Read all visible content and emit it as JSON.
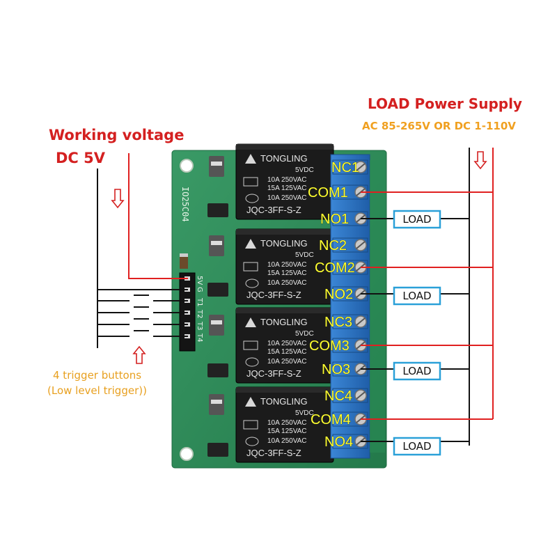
{
  "header": {
    "working_voltage": "Working voltage",
    "dc_5v": "DC 5V",
    "load_power_supply": "LOAD Power Supply",
    "supply_range": "AC 85-265V OR DC 1-110V"
  },
  "trigger": {
    "line1": "4 trigger buttons",
    "line2": "(Low level trigger))"
  },
  "board": {
    "label": "IO25C04",
    "pins": [
      "5V",
      "G",
      "T1",
      "T2",
      "T3",
      "T4"
    ],
    "terminal_labels": [
      "NC1",
      "COM1",
      "NO1",
      "NC2",
      "COM2",
      "NO2",
      "NC3",
      "COM3",
      "NO3",
      "NC4",
      "COM4",
      "NO4"
    ]
  },
  "relays": [
    {
      "brand": "TONGLING",
      "voltage": "5VDC",
      "rating1": "10A 250VAC",
      "rating2": "15A 125VAC",
      "rating3": "10A 250VAC",
      "model": "JQC-3FF-S-Z"
    },
    {
      "brand": "TONGLING",
      "voltage": "5VDC",
      "rating1": "10A 250VAC",
      "rating2": "15A 125VAC",
      "rating3": "10A 250VAC",
      "model": "JQC-3FF-S-Z"
    },
    {
      "brand": "TONGLING",
      "voltage": "5VDC",
      "rating1": "10A 250VAC",
      "rating2": "15A 125VAC",
      "rating3": "10A 250VAC",
      "model": "JQC-3FF-S-Z"
    },
    {
      "brand": "TONGLING",
      "voltage": "5VDC",
      "rating1": "10A 250VAC",
      "rating2": "15A 125VAC",
      "rating3": "10A 250VAC",
      "model": "JQC-3FF-S-Z"
    }
  ],
  "loads": [
    "LOAD",
    "LOAD",
    "LOAD",
    "LOAD"
  ],
  "colors": {
    "title_red": "#d42020",
    "supply_orange": "#f0a020",
    "trigger_orange": "#e8a020",
    "wire_red": "#e02020",
    "wire_black": "#111111",
    "pcb_green": "#2f8f5a",
    "terminal_blue": "#2f78c8",
    "relay_black": "#1b1b1b",
    "label_yellow": "#ffff33",
    "load_box_border": "#2aa0d8"
  }
}
